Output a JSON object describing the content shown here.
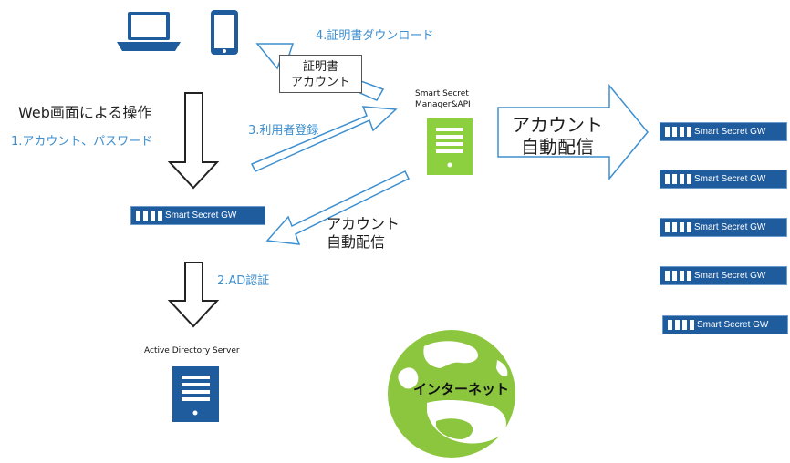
{
  "labels": {
    "web_operation": "Web画面による操作",
    "step1": "1.アカウント、パスワード",
    "step2": "2.AD認証",
    "step3": "3.利用者登録",
    "step4": "4.証明書ダウンロード",
    "cert_box_line1": "証明書",
    "cert_box_line2": "アカウント",
    "auto_deliver_line1": "アカウント",
    "auto_deliver_line2": "自動配信",
    "big_arrow_line1": "アカウント",
    "big_arrow_line2": "自動配信",
    "manager_line1": "Smart Secret",
    "manager_line2": "Manager&API",
    "ad_server": "Active Directory Server",
    "internet": "インターネット"
  },
  "gateway_label": "Smart Secret GW",
  "gateways_right_count": 5,
  "colors": {
    "accent_blue": "#3d8fcf",
    "server_green": "#8ccf3f",
    "server_blue": "#1f5c9e",
    "globe_green": "#8cc63f"
  }
}
